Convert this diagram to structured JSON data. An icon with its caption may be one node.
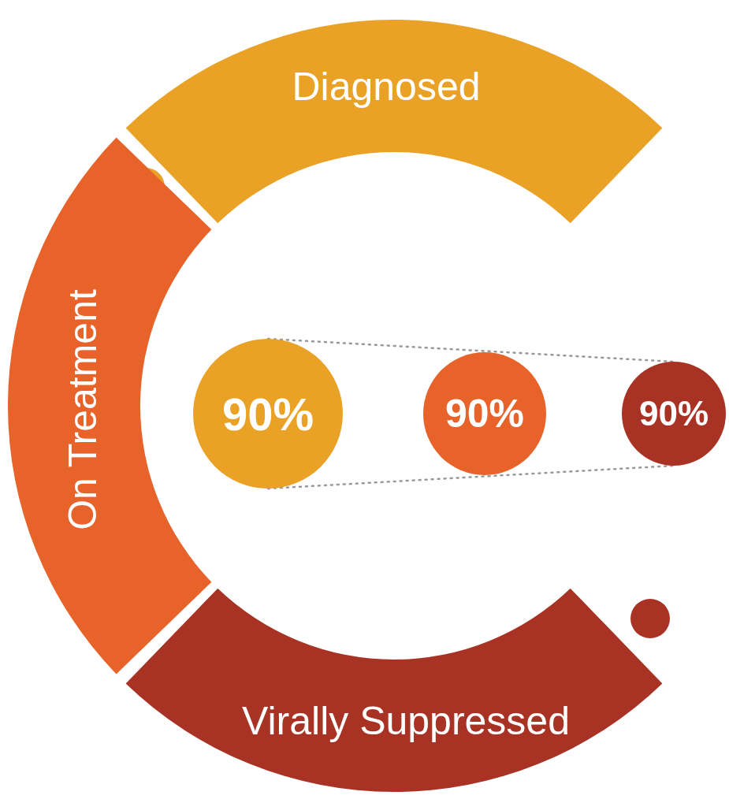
{
  "diagram": {
    "nodes": [
      {
        "text": [
          "Diagnosed"
        ]
      },
      {
        "text": [
          "On Treatment"
        ]
      },
      {
        "text": [
          "Virally Suppressed"
        ]
      },
      {
        "text": [
          "90%"
        ]
      },
      {
        "text": [
          "90%"
        ]
      },
      {
        "text": [
          "90%"
        ]
      }
    ],
    "edges": [
      {
        "from": 3,
        "to": 5,
        "arrow": "none",
        "style": "dashed"
      },
      {
        "from": 3,
        "to": 5,
        "arrow": "none",
        "style": "dashed"
      }
    ]
  }
}
